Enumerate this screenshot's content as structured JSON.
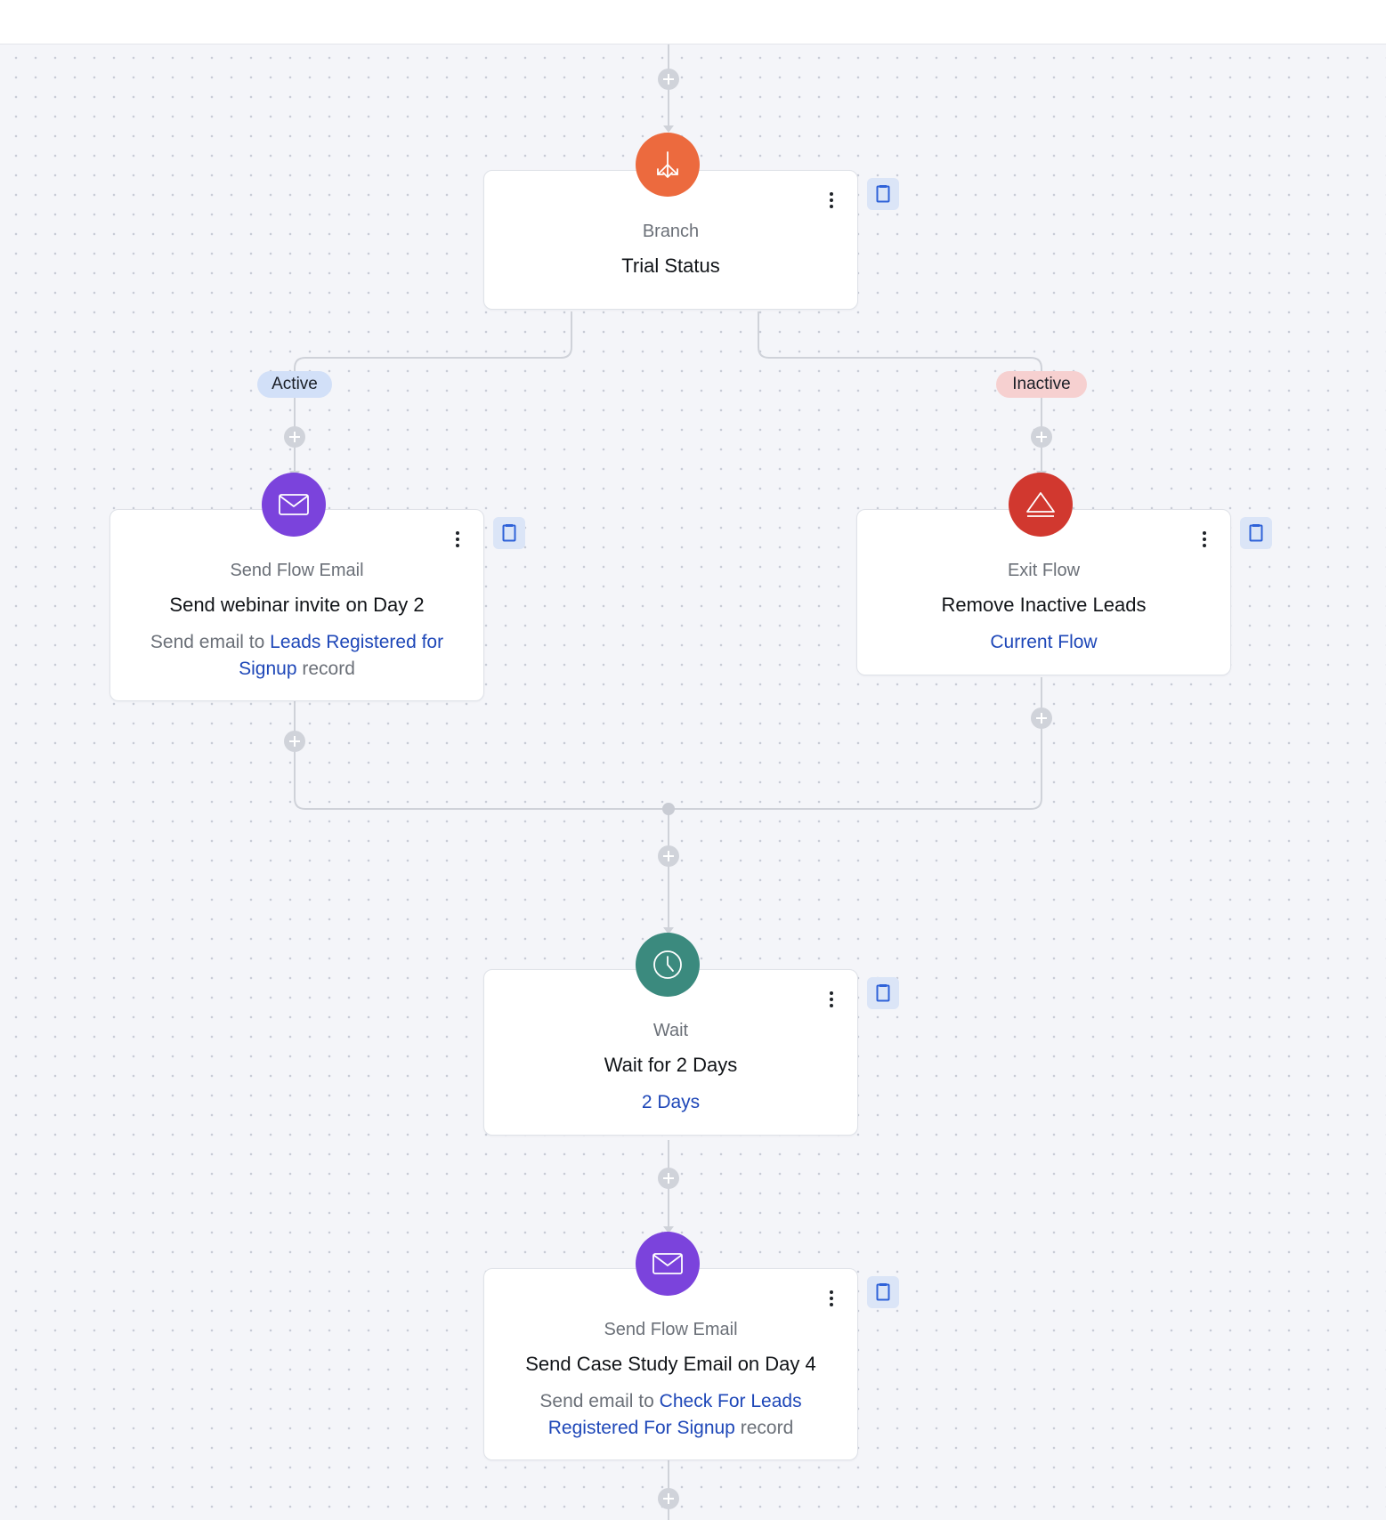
{
  "colors": {
    "canvas_bg": "#f4f5f9",
    "branch_icon": "#ec6a3e",
    "email_icon": "#7b43dc",
    "exit_icon": "#d1382f",
    "wait_icon": "#3b8a7e",
    "link": "#1e47b8",
    "active_pill": "#d2e0f8",
    "inactive_pill": "#f6d0d0"
  },
  "nodes": {
    "branch": {
      "icon": "branch-icon",
      "type": "Branch",
      "title": "Trial Status"
    },
    "email_day2": {
      "icon": "mail-icon",
      "type": "Send Flow Email",
      "title": "Send webinar invite on Day 2",
      "detail_prefix": "Send email to",
      "detail_link": "Leads Registered for Signup",
      "detail_suffix": "record"
    },
    "exit_flow": {
      "icon": "eject-icon",
      "type": "Exit Flow",
      "title": "Remove Inactive Leads",
      "detail_link": "Current Flow"
    },
    "wait": {
      "icon": "clock-icon",
      "type": "Wait",
      "title": "Wait for 2 Days",
      "detail_link": "2 Days"
    },
    "email_day4": {
      "icon": "mail-icon",
      "type": "Send Flow Email",
      "title": "Send Case Study Email on Day 4",
      "detail_prefix": "Send email to",
      "detail_link": "Check For Leads Registered For Signup",
      "detail_suffix": "record"
    }
  },
  "branches": {
    "active_label": "Active",
    "inactive_label": "Inactive"
  }
}
